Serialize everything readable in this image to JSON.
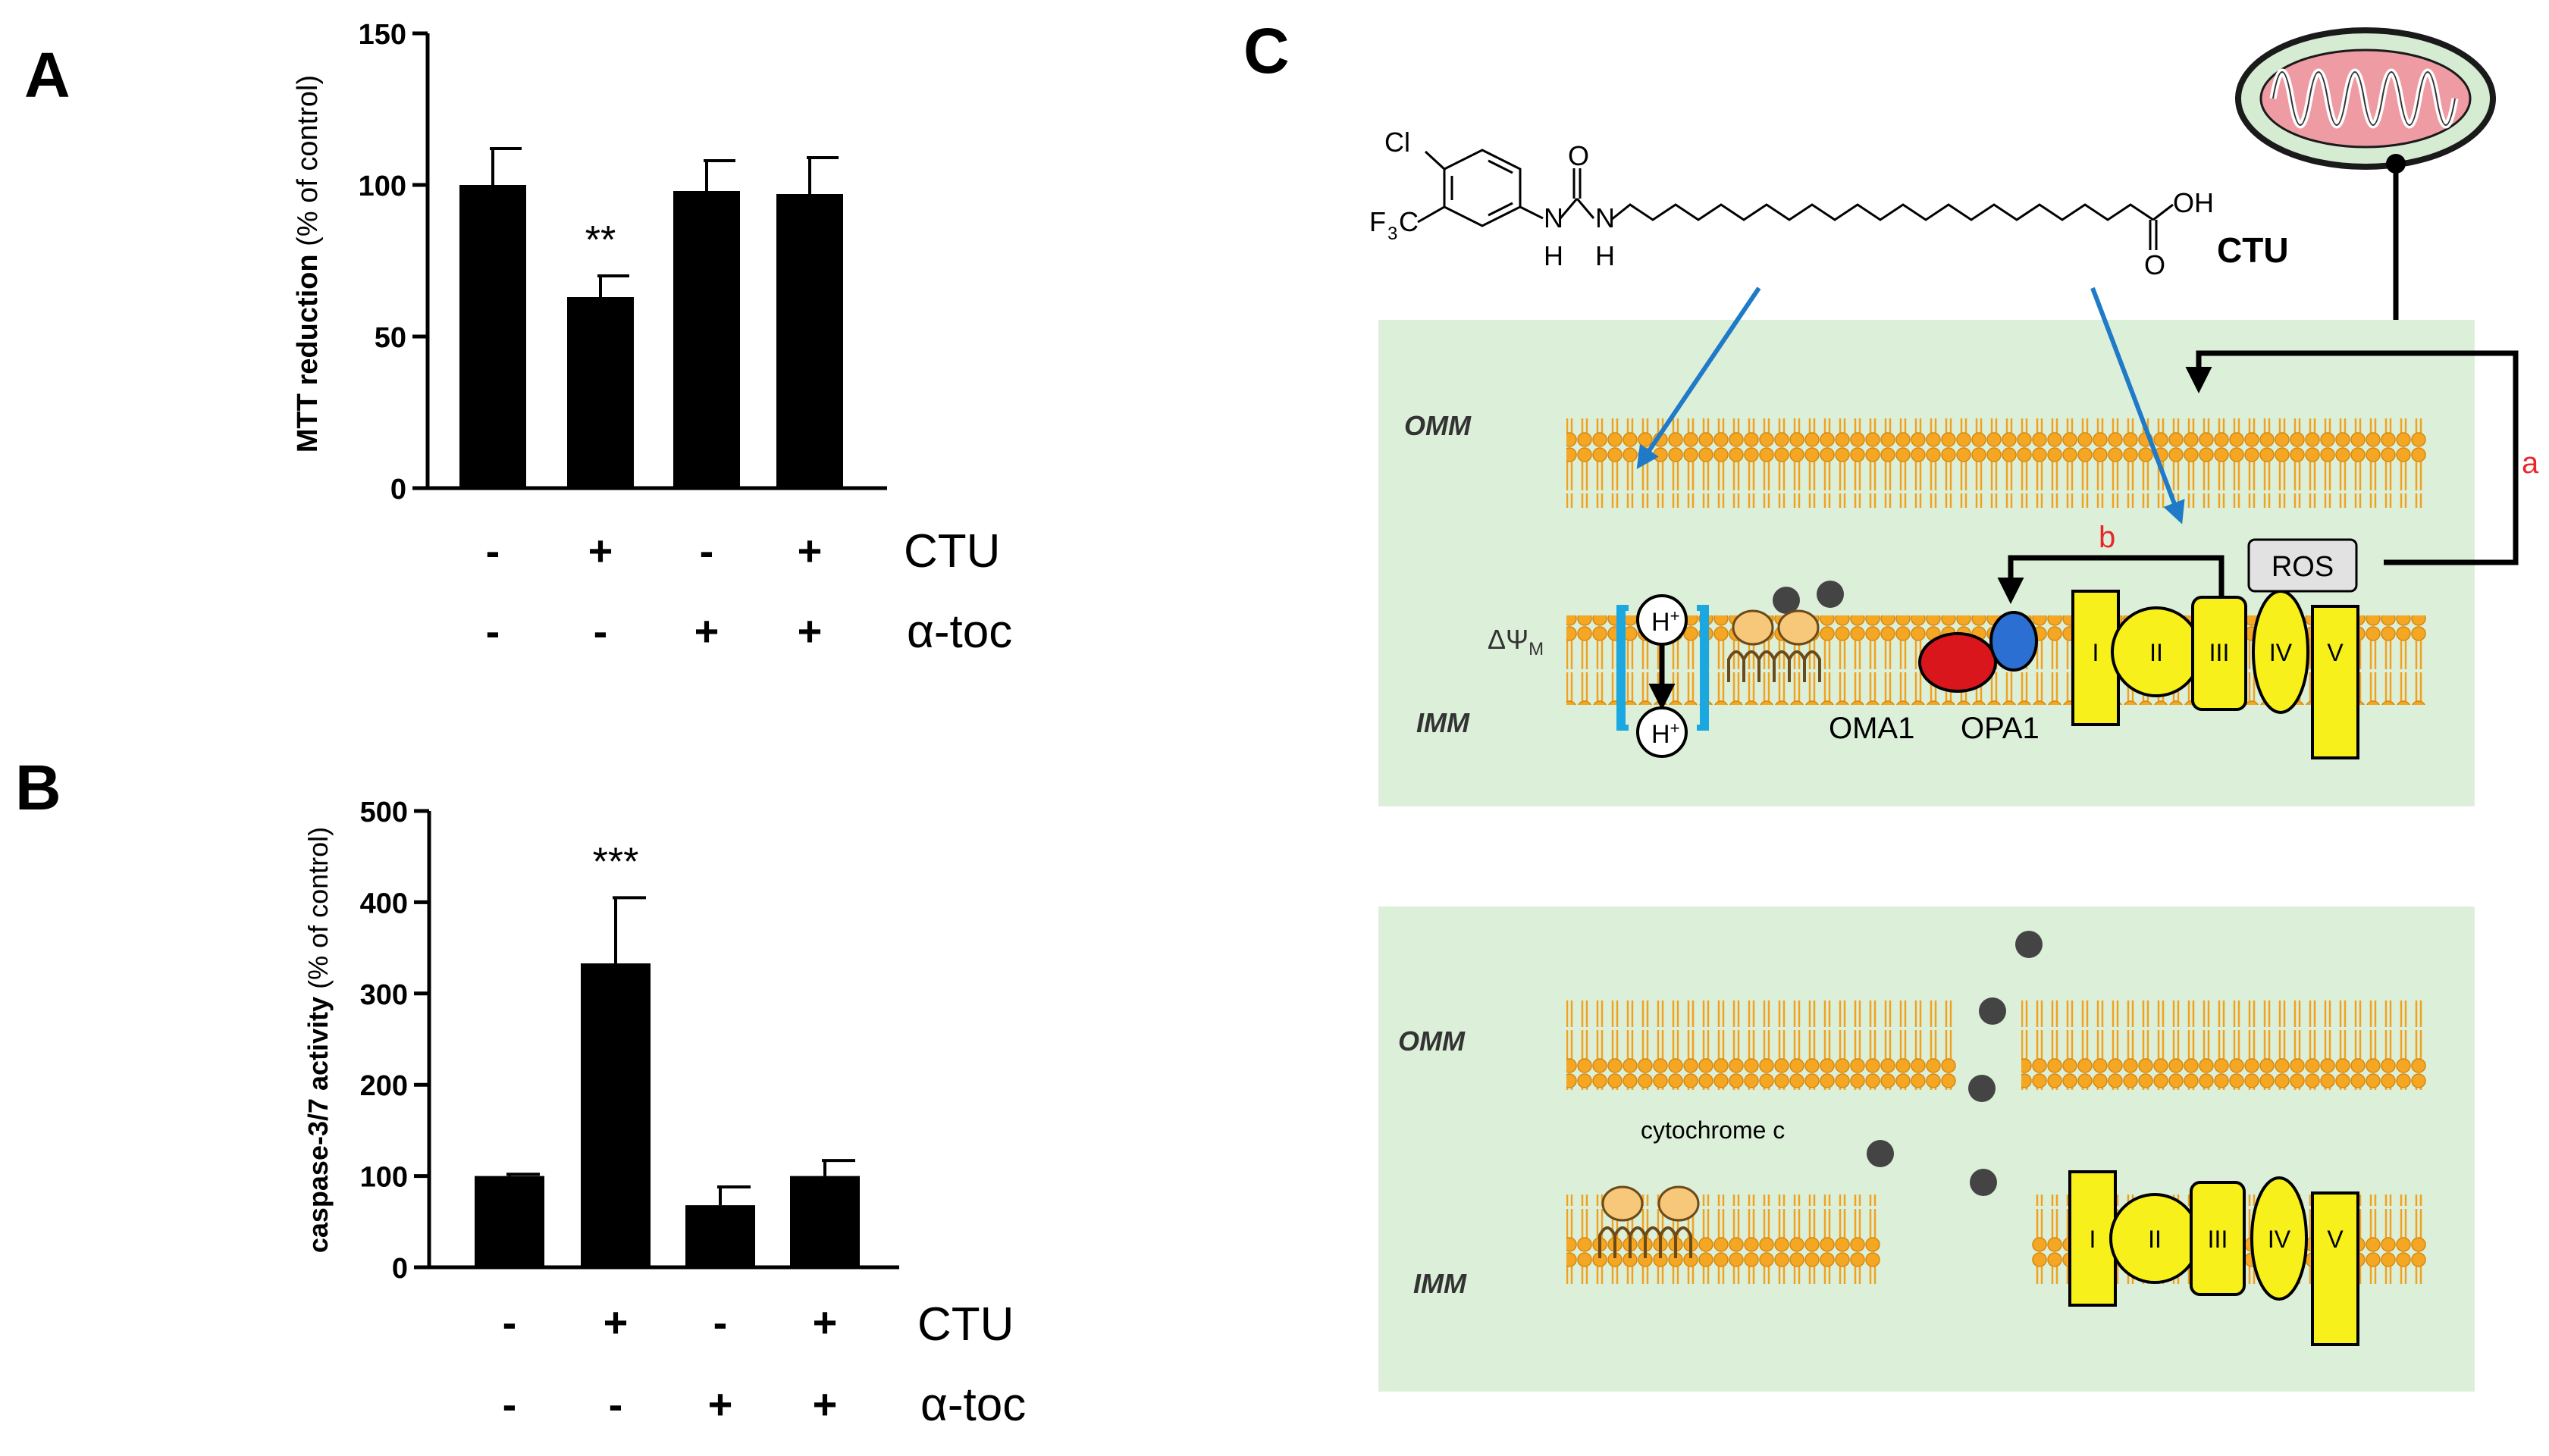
{
  "panels": {
    "A": {
      "letter": "A"
    },
    "B": {
      "letter": "B"
    },
    "C": {
      "letter": "C"
    }
  },
  "treatments": {
    "row1_label": "CTU",
    "row2_label": "α-toc",
    "ctu_signs": [
      "-",
      "+",
      "-",
      "+"
    ],
    "toc_signs": [
      "-",
      "-",
      "+",
      "+"
    ]
  },
  "chart_data": [
    {
      "type": "bar",
      "panel": "A",
      "ylabel_bold": "MTT reduction",
      "ylabel_normal": " (% of control)",
      "ylim": [
        0,
        150
      ],
      "yticks": [
        0,
        50,
        100,
        150
      ],
      "categories": [
        "-/-",
        "+/-",
        "-/+",
        "+/+"
      ],
      "values": [
        100,
        63,
        98,
        97
      ],
      "errors": [
        12,
        7,
        10,
        12
      ],
      "annotations": [
        "",
        "**",
        "",
        ""
      ],
      "bar_color": "#000000"
    },
    {
      "type": "bar",
      "panel": "B",
      "ylabel_bold": "caspase-3/7 activity",
      "ylabel_normal": " (% of control)",
      "ylim": [
        0,
        500
      ],
      "yticks": [
        0,
        100,
        200,
        300,
        400,
        500
      ],
      "categories": [
        "-/-",
        "+/-",
        "-/+",
        "+/+"
      ],
      "values": [
        100,
        333,
        68,
        100
      ],
      "errors": [
        2,
        72,
        20,
        17
      ],
      "annotations": [
        "",
        "***",
        "",
        ""
      ],
      "bar_color": "#000000"
    }
  ],
  "diagram": {
    "compound_name": "CTU",
    "atoms": {
      "cl": "Cl",
      "cf3_f": "F",
      "cf3_3": "3",
      "cf3_c": "C",
      "o_urea": "O",
      "n1": "N",
      "n2": "N",
      "h1": "H",
      "h2": "H",
      "oh": "OH",
      "o_acid": "O"
    },
    "membranes": {
      "omm": "OMM",
      "imm": "IMM"
    },
    "delta_psi": "ΔΨ",
    "delta_psi_sub": "M",
    "proton": "H",
    "proton_sup": "+",
    "proteins": {
      "oma1": "OMA1",
      "opa1": "OPA1"
    },
    "ros": "ROS",
    "pathway_a": "a",
    "pathway_b": "b",
    "complexes": [
      "I",
      "II",
      "III",
      "IV",
      "V"
    ],
    "cytochrome_c": "cytochrome c",
    "colors": {
      "panel_bg": "#dcefd9",
      "membrane": "#f5a623",
      "membrane_light": "#fbd67a",
      "complex": "#f7f01a",
      "arrow_blue": "#1f7ac8",
      "pathway_red": "#e8262b",
      "oma1_red": "#d9161b",
      "opa1_blue": "#2a6fd1",
      "channel_cyan": "#1ba8e0",
      "mito_pink": "#ef9ba4",
      "mito_green": "#d5ecd3"
    }
  }
}
